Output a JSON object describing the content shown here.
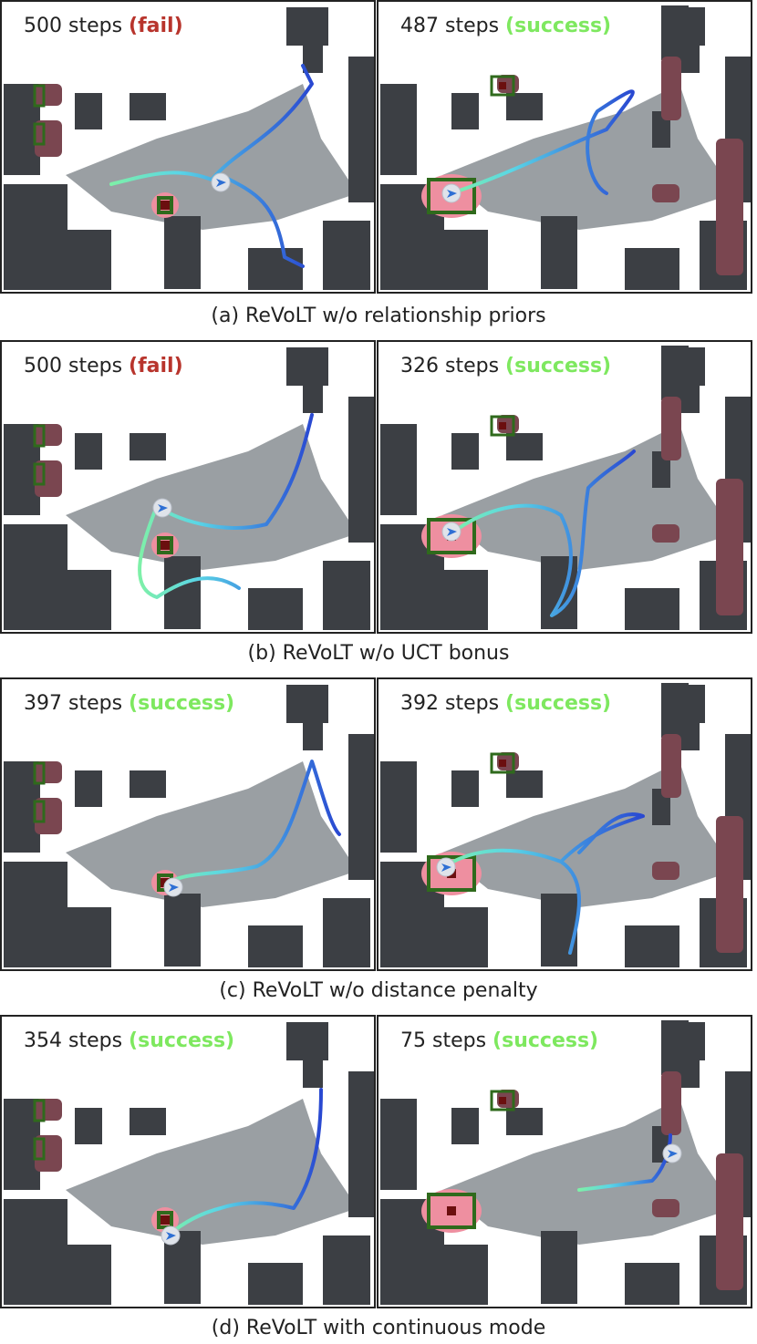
{
  "figure": {
    "colors": {
      "obstacle": "#3c3f44",
      "explored": "#9a9fa3",
      "object": "#7a4650",
      "goal_region": "#ee8fa0",
      "goal_box": "#2f6a1c",
      "target_square": "#6b0f0f",
      "fail": "#b8342c",
      "success": "#7ee85f"
    },
    "rows": [
      {
        "caption": "(a) ReVoLT w/o relationship priors",
        "panels": [
          {
            "steps_text": "500 steps",
            "status_text": "(fail)",
            "outcome": "fail"
          },
          {
            "steps_text": "487 steps",
            "status_text": "(success)",
            "outcome": "success"
          }
        ]
      },
      {
        "caption": "(b) ReVoLT w/o UCT bonus",
        "panels": [
          {
            "steps_text": "500 steps",
            "status_text": "(fail)",
            "outcome": "fail"
          },
          {
            "steps_text": "326 steps",
            "status_text": "(success)",
            "outcome": "success"
          }
        ]
      },
      {
        "caption": "(c) ReVoLT w/o distance penalty",
        "panels": [
          {
            "steps_text": "397 steps",
            "status_text": "(success)",
            "outcome": "success"
          },
          {
            "steps_text": "392 steps",
            "status_text": "(success)",
            "outcome": "success"
          }
        ]
      },
      {
        "caption": "(d) ReVoLT with continuous mode",
        "panels": [
          {
            "steps_text": "354 steps",
            "status_text": "(success)",
            "outcome": "success"
          },
          {
            "steps_text": "75 steps",
            "status_text": "(success)",
            "outcome": "success"
          }
        ]
      }
    ]
  }
}
